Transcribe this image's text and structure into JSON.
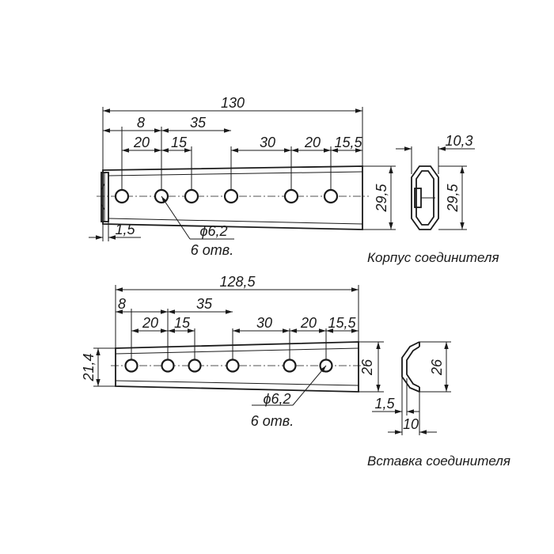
{
  "body_part": {
    "caption": "Корпус соединителя",
    "dims": {
      "overall_length": "130",
      "d8": "8",
      "d35": "35",
      "d20a": "20",
      "d15": "15",
      "d30": "30",
      "d20b": "20",
      "d15_5": "15,5",
      "height": "29,5",
      "end_offset": "1,5",
      "hole_dia": "ϕ6,2",
      "hole_count": "6 отв.",
      "profile_width": "10,3",
      "profile_height": "29,5"
    }
  },
  "insert_part": {
    "caption": "Вставка соединителя",
    "dims": {
      "overall_length": "128,5",
      "d8": "8",
      "d35": "35",
      "d20a": "20",
      "d15": "15",
      "d30": "30",
      "d20b": "20",
      "d15_5": "15,5",
      "left_height": "21,4",
      "height": "26",
      "hole_dia": "ϕ6,2",
      "hole_count": "6 отв.",
      "profile_height": "26",
      "profile_thickness": "1,5",
      "profile_width": "10"
    }
  }
}
